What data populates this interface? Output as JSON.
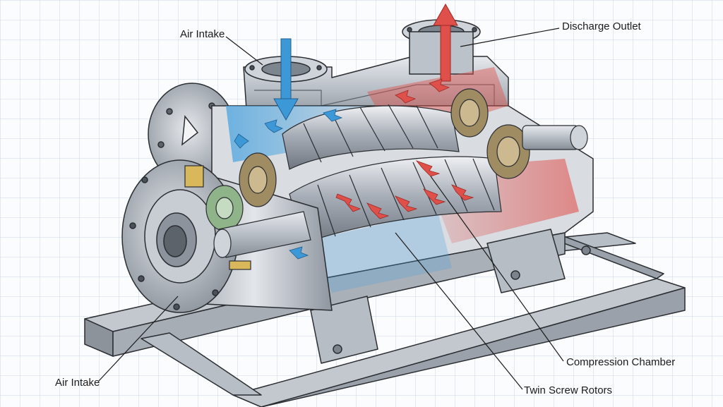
{
  "labels": {
    "air_intake_top": "Air Intake",
    "discharge_outlet": "Discharge Outlet",
    "air_intake_bottom": "Air Intake",
    "compression_chamber": "Compression Chamber",
    "twin_screw_rotors": "Twin Screw Rotors"
  },
  "colors": {
    "background": "#fbfcfe",
    "grid": "#c9d6e6",
    "steel_light": "#d7dbe0",
    "steel_mid": "#aeb4bc",
    "steel_dark": "#7c838c",
    "outline": "#2a2d31",
    "intake_blue": "#4aa3df",
    "discharge_red": "#e0504a",
    "gear_bronze": "#8a7a5a",
    "bearing_green": "#8fb48a",
    "bearing_yellow": "#d8b85a"
  },
  "icons": {
    "intake_arrow": "blue-down-arrow-icon",
    "discharge_arrow": "red-up-arrow-icon",
    "compression_arrows": "red-chevron-arrow-icon"
  }
}
